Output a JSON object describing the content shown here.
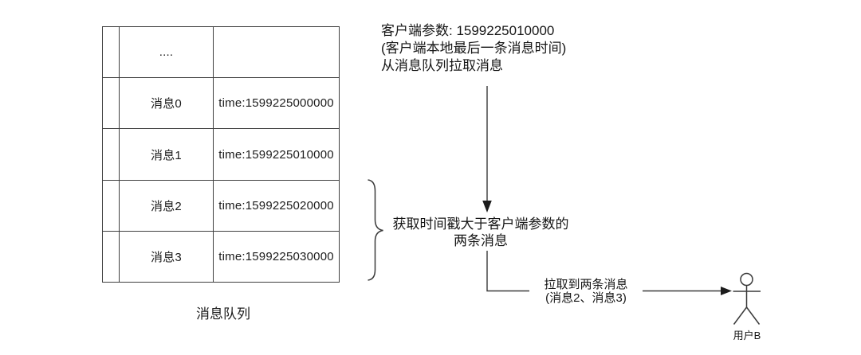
{
  "table": {
    "caption": "消息队列",
    "rows": [
      {
        "label": "....",
        "time": ""
      },
      {
        "label": "消息0",
        "time": "time:1599225000000"
      },
      {
        "label": "消息1",
        "time": "time:1599225010000"
      },
      {
        "label": "消息2",
        "time": "time:1599225020000"
      },
      {
        "label": "消息3",
        "time": "time:1599225030000"
      }
    ]
  },
  "annotations": {
    "client_param_line1": "客户端参数: 1599225010000",
    "client_param_line2": "(客户端本地最后一条消息时间)",
    "client_param_line3": "从消息队列拉取消息",
    "fetch_note_line1": "获取时间戳大于客户端参数的",
    "fetch_note_line2": "两条消息",
    "pull_label_line1": "拉取到两条消息",
    "pull_label_line2": "(消息2、消息3)",
    "actor_label": "用户B"
  },
  "colors": {
    "line": "#3a3a3a",
    "text": "#161616",
    "background": "#ffffff"
  }
}
